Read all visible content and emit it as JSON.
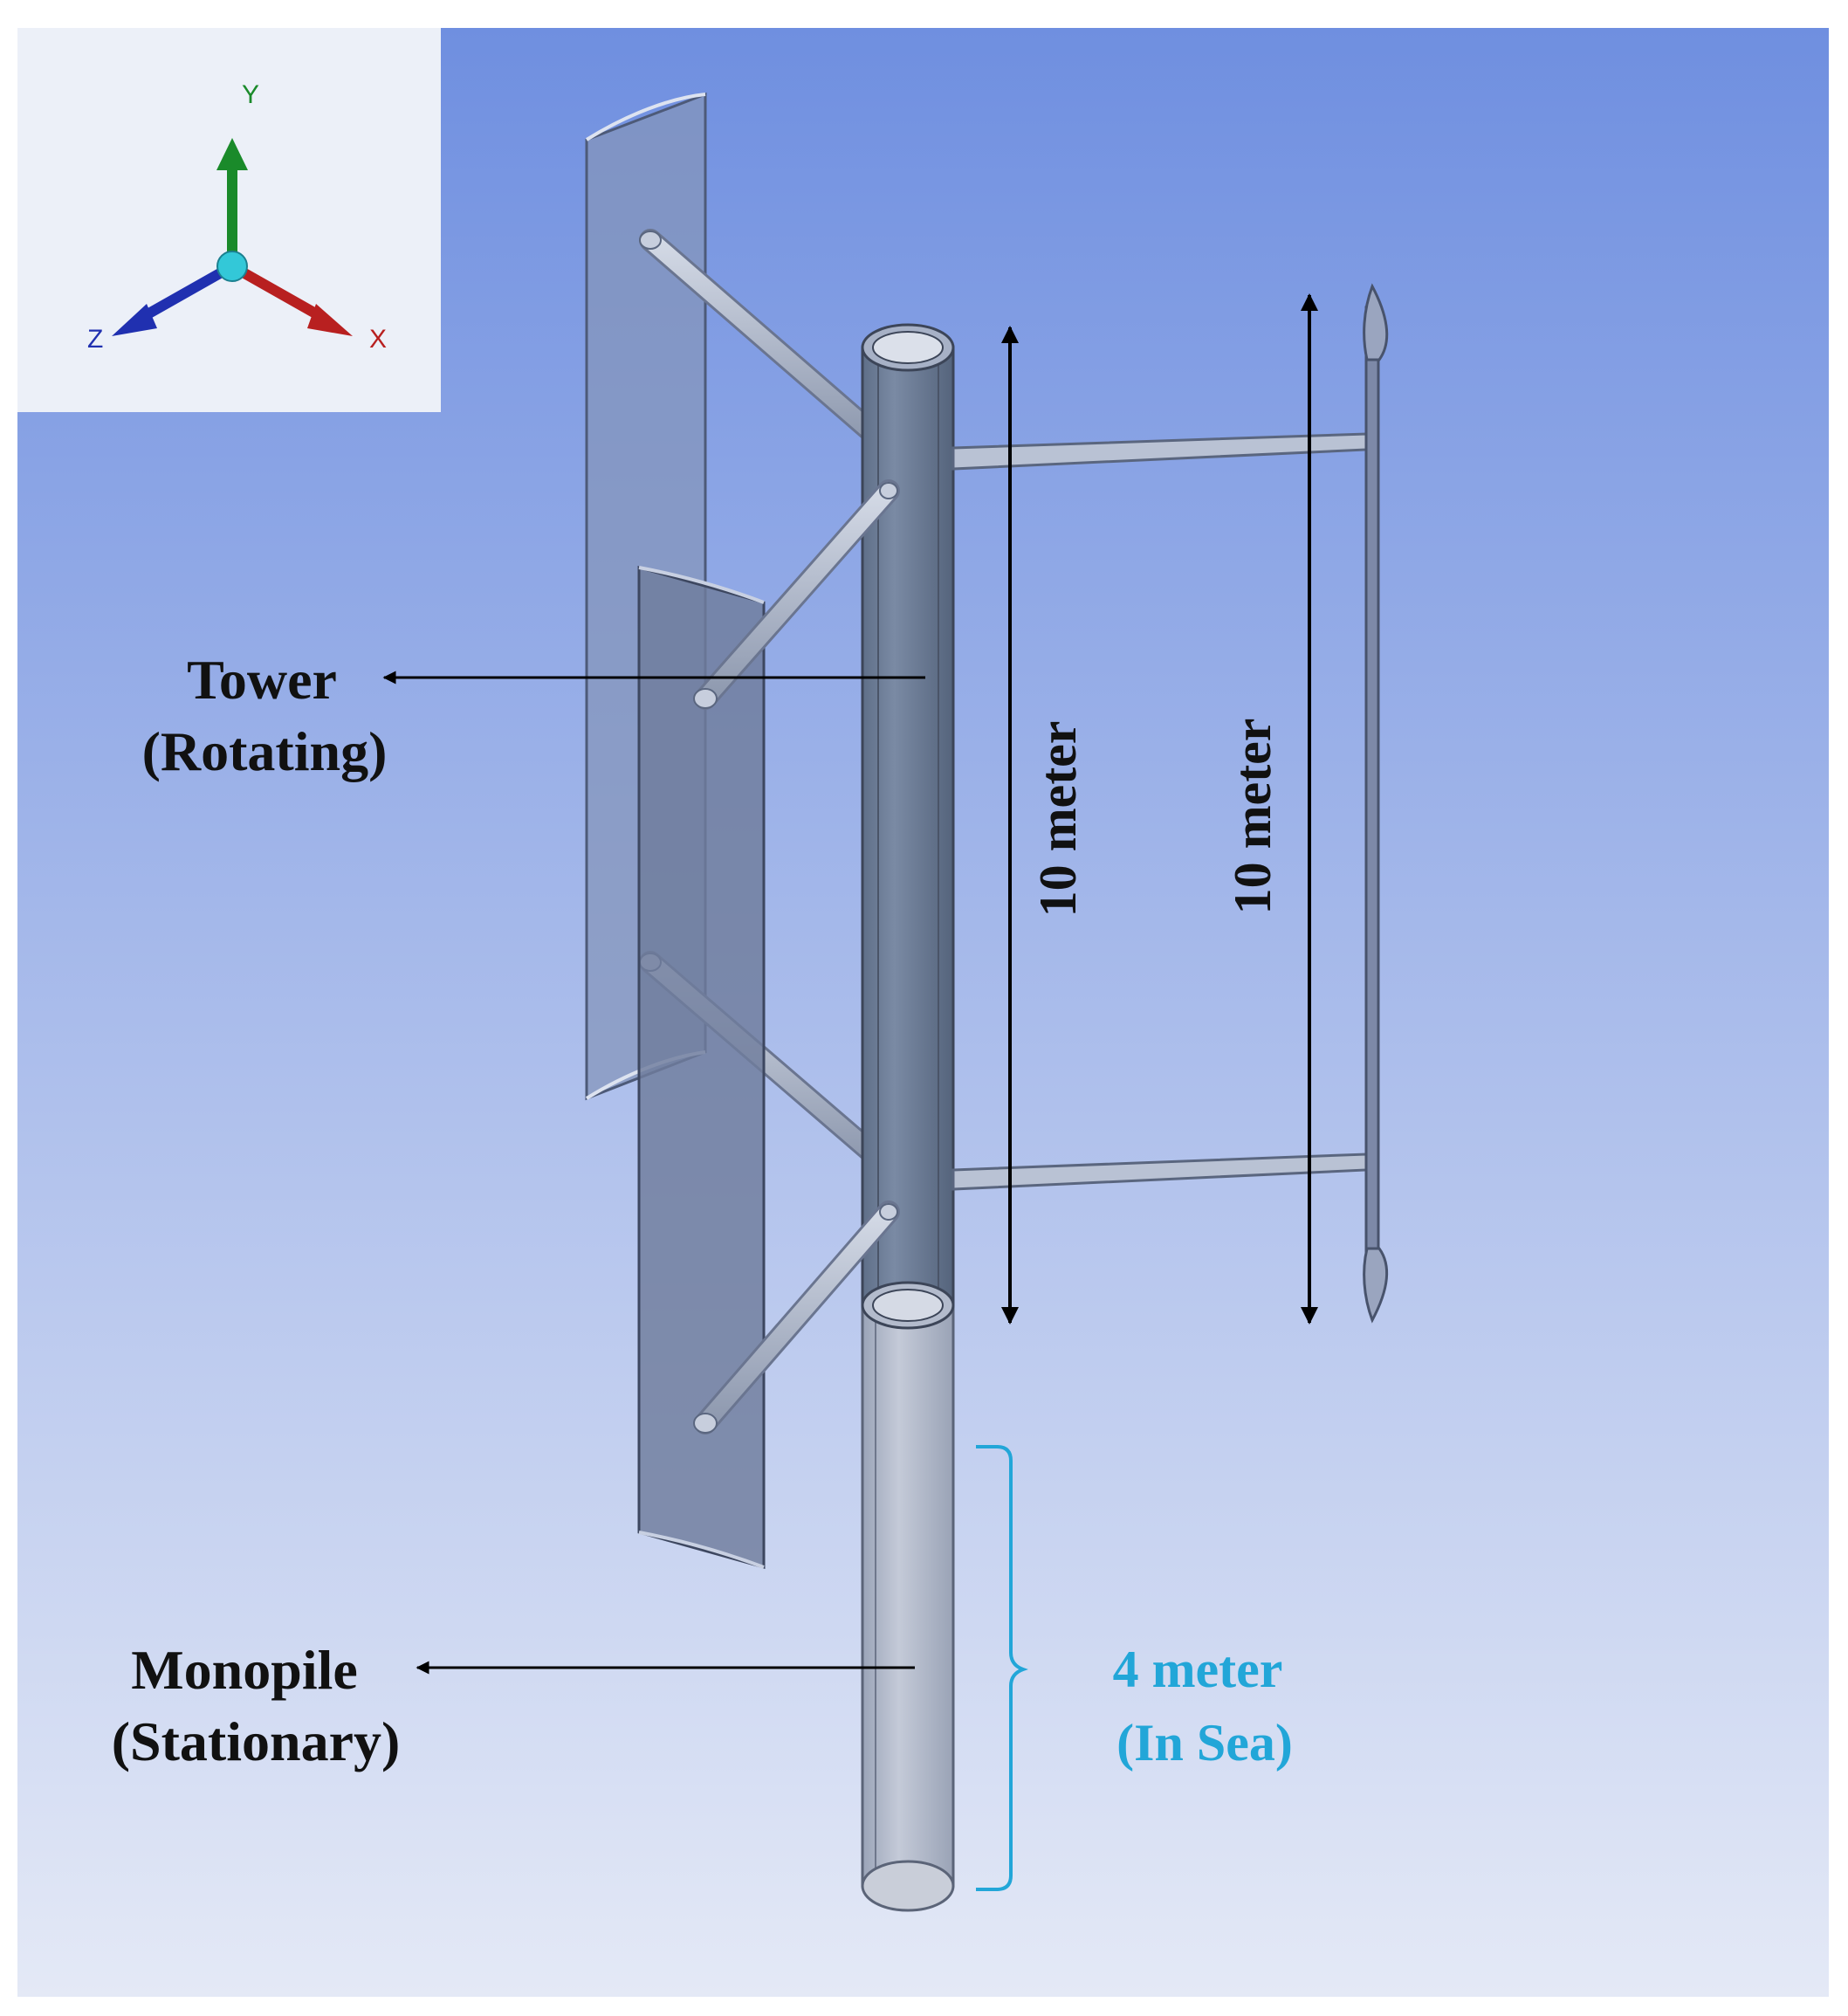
{
  "axes": {
    "y_label": "Y",
    "z_label": "Z",
    "x_label": "X",
    "colors": {
      "y": "#1a8a2a",
      "z": "#2030b0",
      "x": "#b82020",
      "origin": "#33c8d8"
    }
  },
  "labels": {
    "tower_line1": "Tower",
    "tower_line2": "(Rotating)",
    "monopile_line1": "Monopile",
    "monopile_line2": "(Stationary)",
    "sea_line1": "4 meter",
    "sea_line2": "(In Sea)",
    "dim_left": "10 meter",
    "dim_right": "10 meter"
  },
  "colors": {
    "viewport_top": "#6f8fe0",
    "viewport_bottom": "#e4e9f6",
    "sea_text": "#22a6d8",
    "label_text": "#111111"
  }
}
